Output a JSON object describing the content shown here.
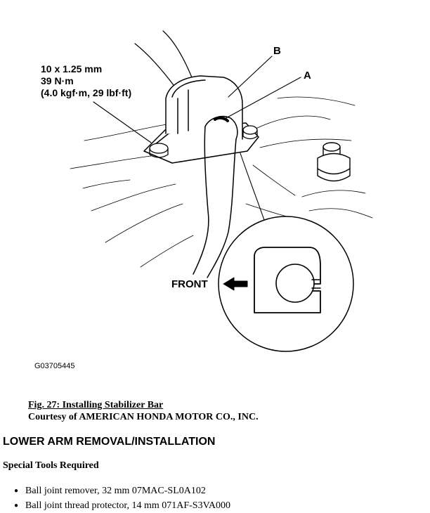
{
  "illustration": {
    "spec_size": "10 x 1.25 mm",
    "spec_torque_nm": "39 N·m",
    "spec_torque_alt": "(4.0 kgf·m, 29 lbf·ft)",
    "label_b": "B",
    "label_a": "A",
    "label_front": "FRONT",
    "figure_code": "G03705445"
  },
  "caption": {
    "title": "Fig. 27: Installing Stabilizer Bar",
    "courtesy": "Courtesy of AMERICAN HONDA MOTOR CO., INC."
  },
  "section": {
    "heading": "LOWER ARM REMOVAL/INSTALLATION",
    "subheading": "Special Tools Required",
    "tools": [
      "Ball joint remover, 32 mm 07MAC-SL0A102",
      "Ball joint thread protector, 14 mm 071AF-S3VA000"
    ]
  }
}
